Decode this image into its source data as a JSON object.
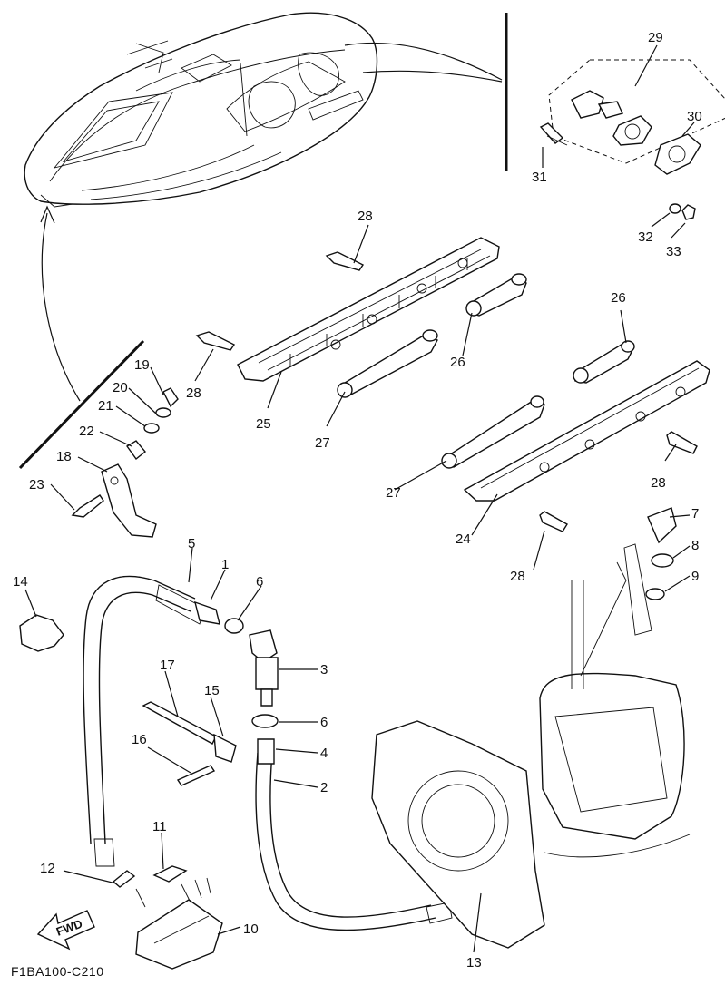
{
  "diagram": {
    "code": "F1BA100-C210",
    "fwd_label": "FWD",
    "callouts": {
      "c1": "1",
      "c2": "2",
      "c3": "3",
      "c4": "4",
      "c5": "5",
      "c6a": "6",
      "c6b": "6",
      "c7": "7",
      "c8": "8",
      "c9": "9",
      "c10": "10",
      "c11": "11",
      "c12": "12",
      "c13": "13",
      "c14": "14",
      "c15": "15",
      "c16": "16",
      "c17": "17",
      "c18": "18",
      "c19": "19",
      "c20": "20",
      "c21": "21",
      "c22": "22",
      "c23": "23",
      "c24": "24",
      "c25": "25",
      "c26a": "26",
      "c26b": "26",
      "c27a": "27",
      "c27b": "27",
      "c28a": "28",
      "c28b": "28",
      "c28c": "28",
      "c28d": "28",
      "c29": "29",
      "c30": "30",
      "c31": "31",
      "c32": "32",
      "c33": "33"
    }
  }
}
